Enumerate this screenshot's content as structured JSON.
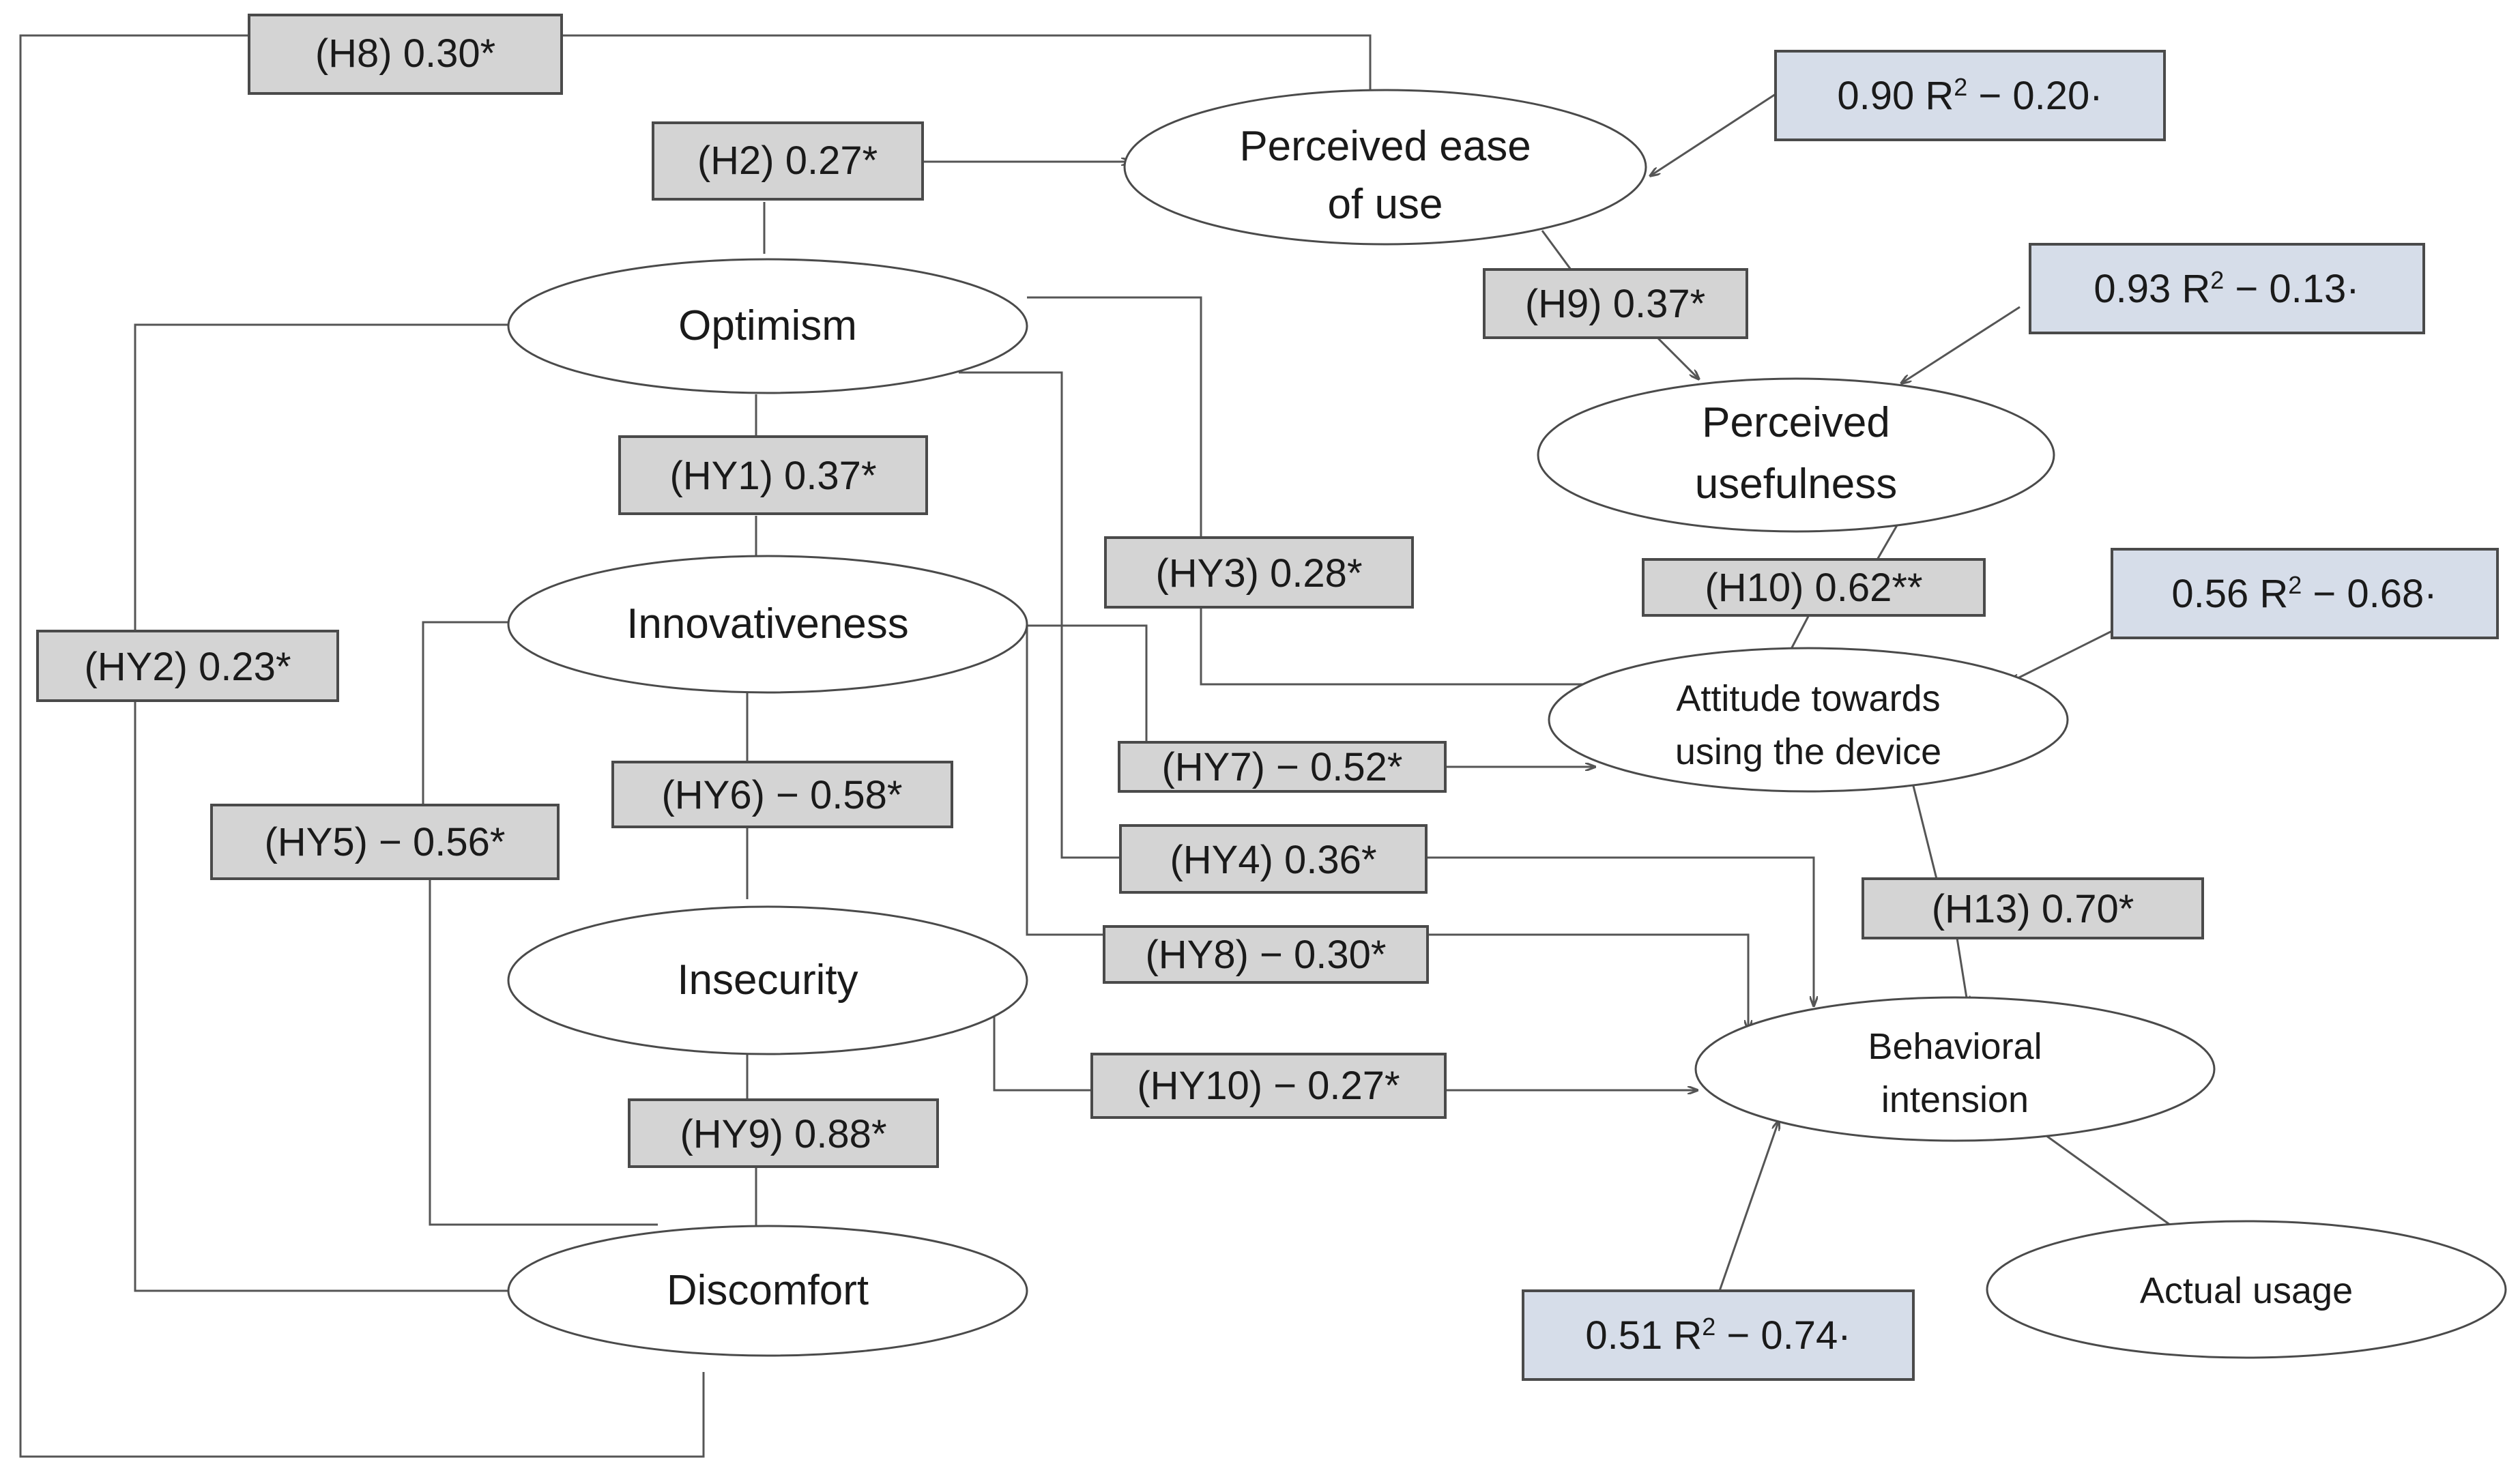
{
  "diagram": {
    "colors": {
      "path_label_fill": "#d4d4d4",
      "r2_label_fill": "#d6dde9",
      "border": "#4a4a4a",
      "line": "#555555",
      "node_fill": "#ffffff"
    },
    "nodes": {
      "peou_l1": "Perceived ease",
      "peou_l2": "of use",
      "optimism": "Optimism",
      "innovativeness": "Innovativeness",
      "insecurity": "Insecurity",
      "discomfort": "Discomfort",
      "pu_l1": "Perceived",
      "pu_l2": "usefulness",
      "att_l1": "Attitude towards",
      "att_l2": "using the device",
      "bi_l1": "Behavioral",
      "bi_l2": "intension",
      "actual": "Actual usage"
    },
    "path_labels": {
      "h8": "(H8) 0.30*",
      "h2": "(H2) 0.27*",
      "h9": "(H9) 0.37*",
      "hy1": "(HY1)  0.37*",
      "hy3": "(HY3)  0.28*",
      "h10": "(H10) 0.62**",
      "hy2": "(HY2)  0.23*",
      "hy7": "(HY7) − 0.52*",
      "hy6": "(HY6) − 0.58*",
      "hy5": "(HY5) − 0.56*",
      "hy4": "(HY4)  0.36*",
      "h13": "(H13) 0.70*",
      "hy8": "(HY8) − 0.30*",
      "hy10": "(HY10) − 0.27*",
      "hy9": "(HY9)  0.88*"
    },
    "r2_labels": {
      "peou": {
        "a": "0.90 R",
        "sup": "2",
        "b": " − 0.20·"
      },
      "pu": {
        "a": "0.93 R",
        "sup": "2",
        "b": "  − 0.13·"
      },
      "att": {
        "a": "0.56 R",
        "sup": "2",
        "b": " − 0.68·"
      },
      "bi": {
        "a": "0.51 R",
        "sup": "2",
        "b": " − 0.74·"
      }
    }
  }
}
